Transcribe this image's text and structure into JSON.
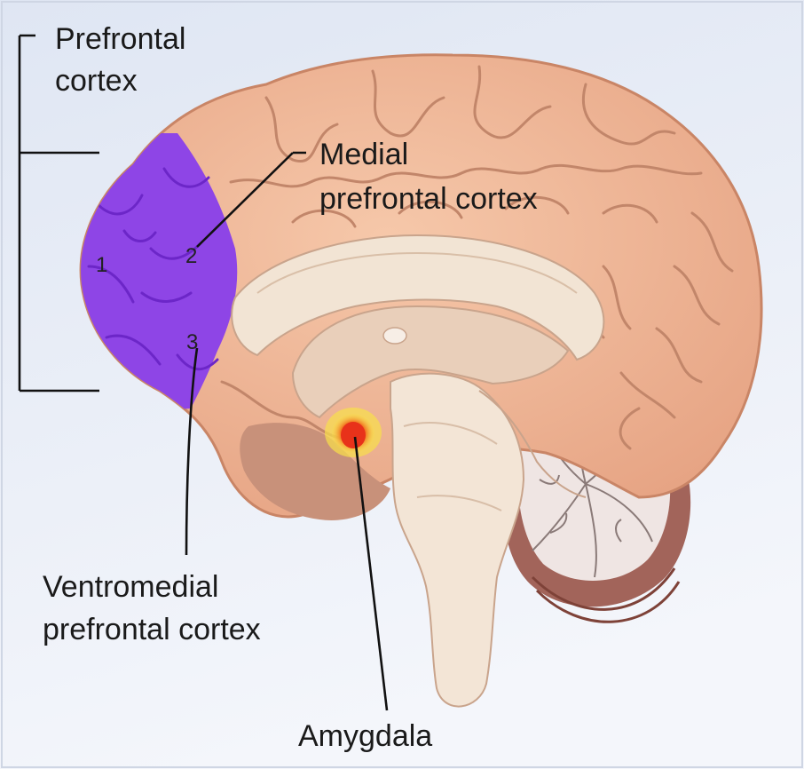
{
  "labels": {
    "prefrontal_cortex": [
      "Prefrontal",
      "cortex"
    ],
    "medial_prefrontal_cortex": [
      "Medial",
      "prefrontal cortex"
    ],
    "ventromedial_prefrontal_cortex": [
      "Ventromedial",
      "prefrontal cortex"
    ],
    "amygdala": "Amygdala"
  },
  "region_numbers": [
    "1",
    "2",
    "3"
  ],
  "colors": {
    "background_top": "#dfe6f3",
    "background_bottom": "#f4f6fb",
    "cortex": "#f0b898",
    "prefrontal_highlight": "#8e45e6",
    "corpus_callosum": "#f2e4d4",
    "brainstem": "#f3e5d6",
    "cerebellum": "#efe5e3",
    "amygdala": "#e8321a"
  }
}
